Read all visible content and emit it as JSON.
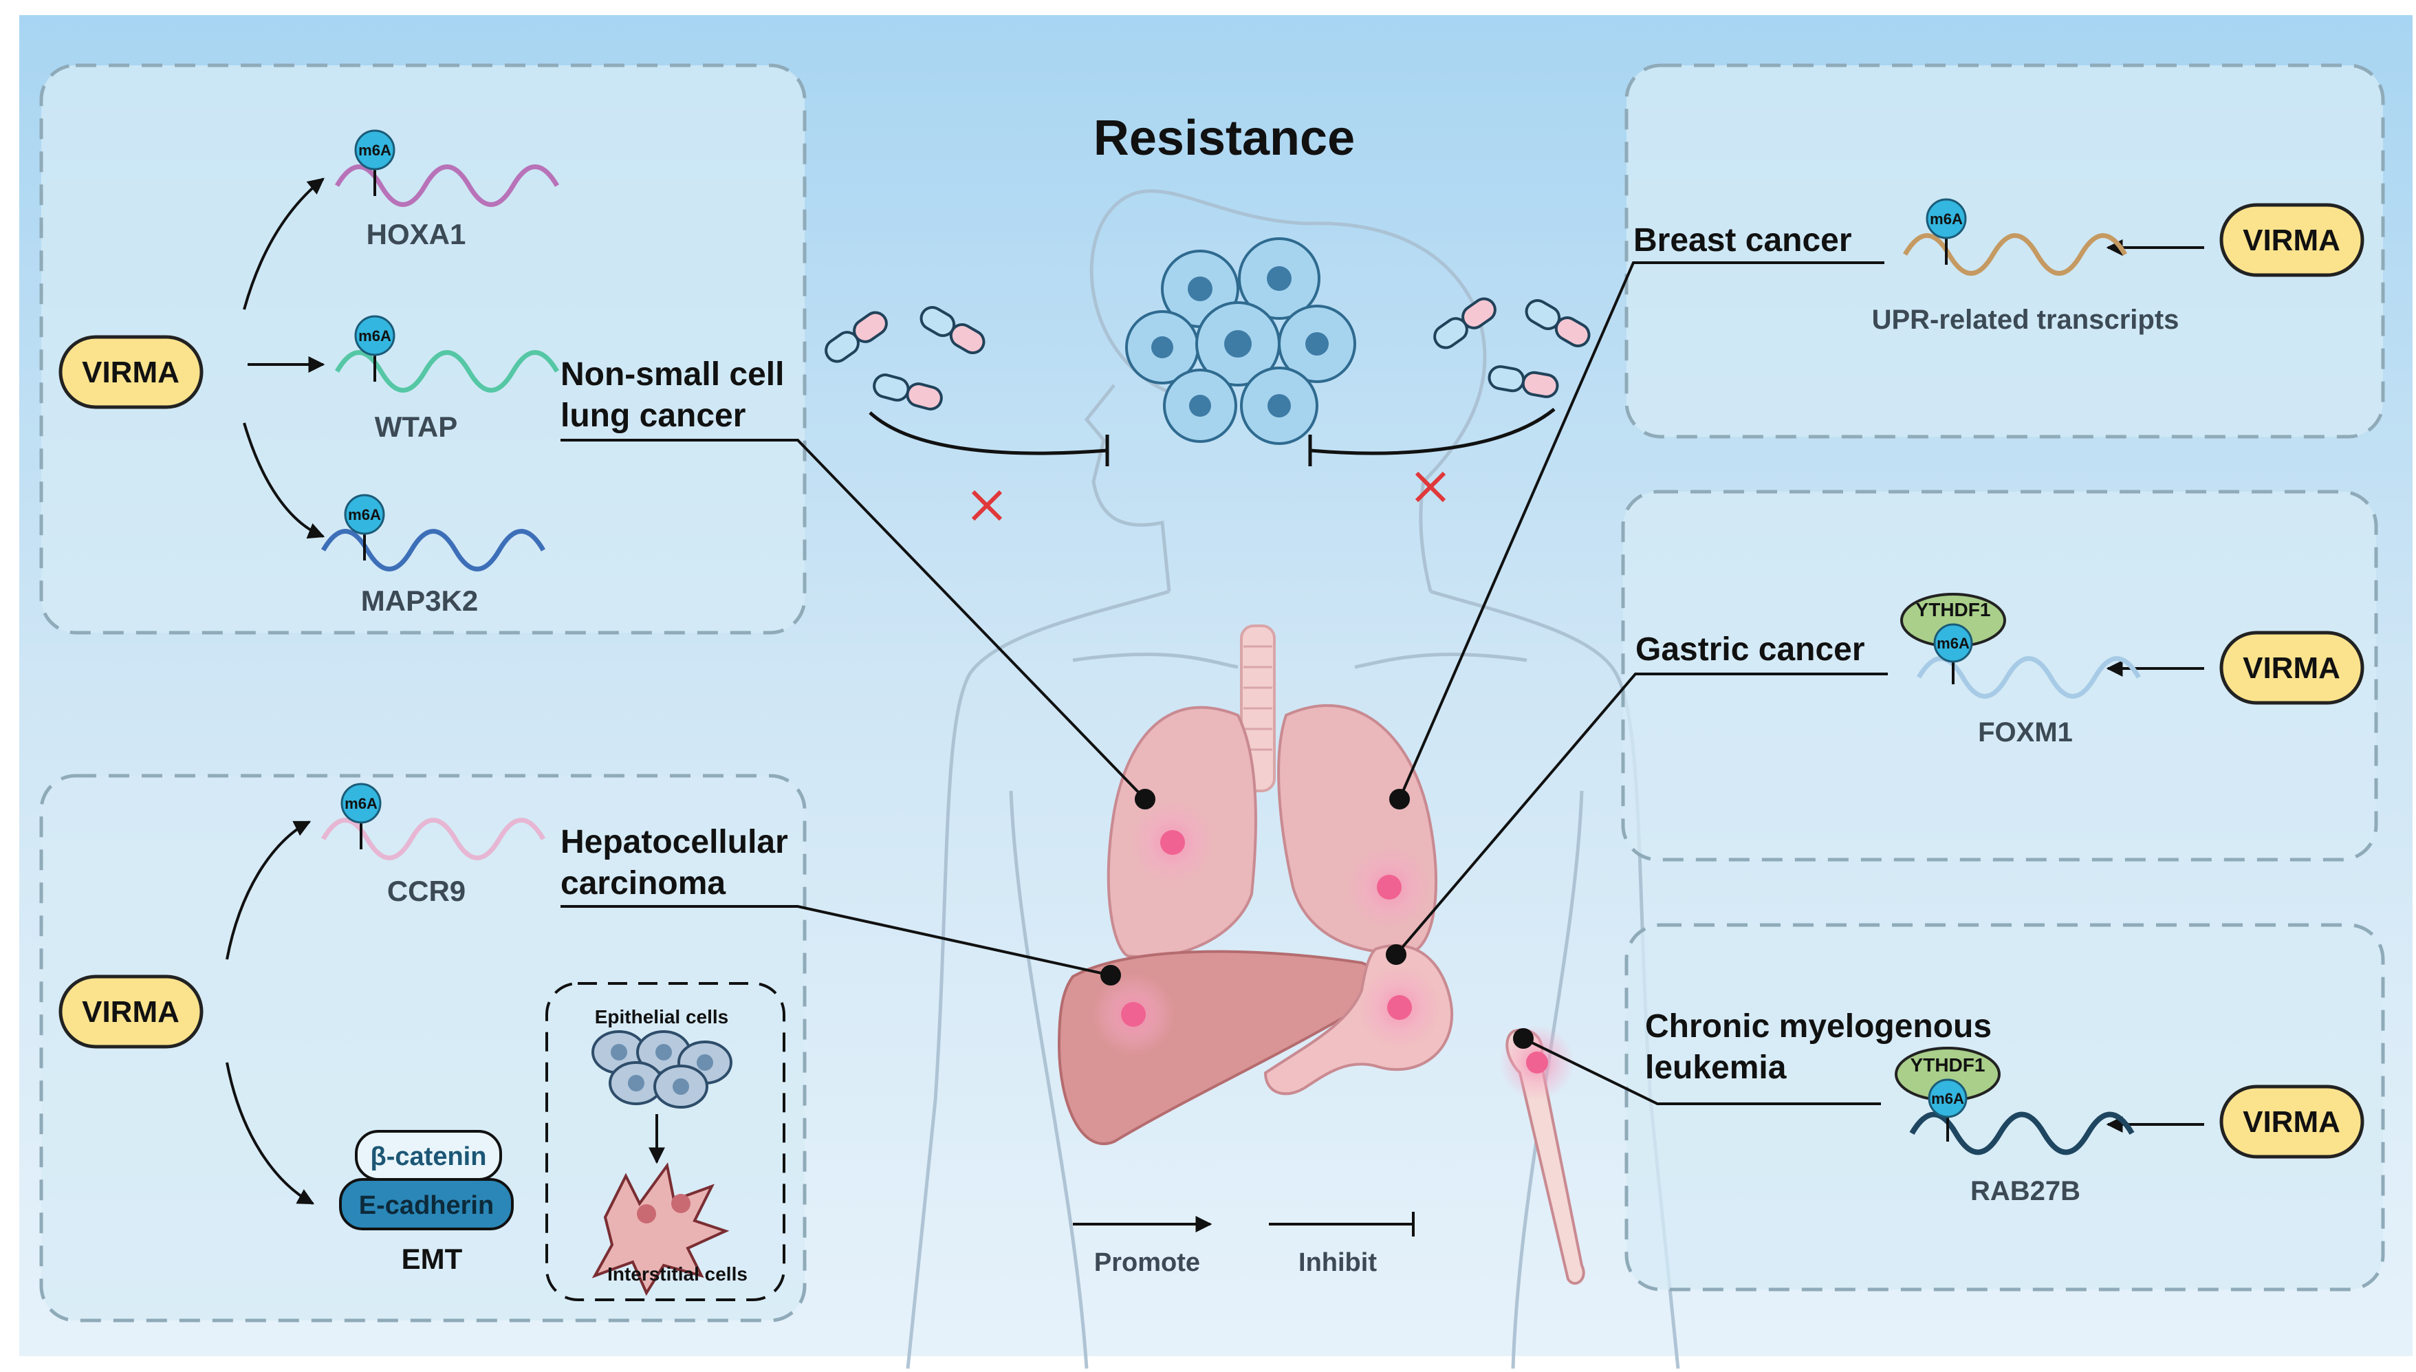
{
  "title": "Resistance",
  "virma_label": "VIRMA",
  "m6a_label": "m6A",
  "ythdf1_label": "YTHDF1",
  "panels": {
    "nsclc": {
      "targets": [
        "HOXA1",
        "WTAP",
        "MAP3K2"
      ],
      "disease": [
        "Non-small cell",
        "lung cancer"
      ]
    },
    "hcc": {
      "target": "CCR9",
      "beta_catenin": "β-catenin",
      "e_cadherin": "E-cadherin",
      "emt": "EMT",
      "epithelial": "Epithelial cells",
      "interstitial": "Interstitial cells",
      "disease": [
        "Hepatocellular",
        "carcinoma"
      ]
    },
    "breast": {
      "disease": "Breast cancer",
      "target": "UPR-related transcripts"
    },
    "gastric": {
      "disease": "Gastric cancer",
      "target": "FOXM1"
    },
    "cml": {
      "disease": [
        "Chronic myelogenous",
        "leukemia"
      ],
      "target": "RAB27B"
    }
  },
  "legend": {
    "promote": "Promote",
    "inhibit": "Inhibit"
  },
  "colors": {
    "virma_fill": "#fbe38d",
    "m6a_ball": "#33b6df",
    "hoxa1_wave": "#b872b8",
    "wtap_wave": "#55c7a5",
    "map3k2_wave": "#3d6fb8",
    "ccr9_wave": "#e7b6d3",
    "upr_wave": "#c59a62",
    "foxm1_wave": "#a7cbe6",
    "rab27b_wave": "#1f4660",
    "ythdf1_fill": "#a9cf8a",
    "inhibit_x": "#e0383a"
  }
}
